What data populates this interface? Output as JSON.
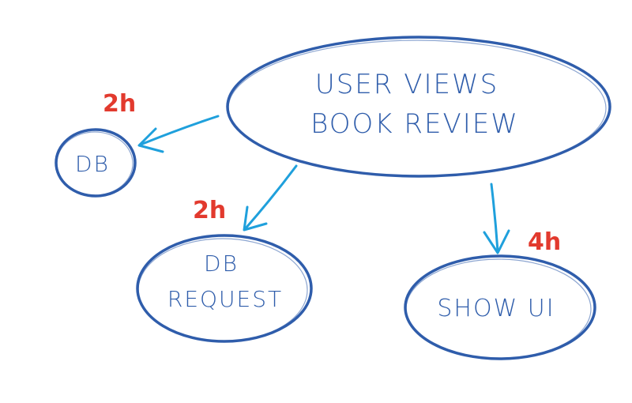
{
  "colors": {
    "node_stroke": "#2f5dab",
    "node_text": "#2f5dab",
    "edge": "#1fa0dc",
    "estimate": "#e23a2e",
    "background": "#ffffff"
  },
  "nodes": {
    "root": {
      "line1": "USER VIEWS",
      "line2": "BOOK REVIEW"
    },
    "db": {
      "label": "DB"
    },
    "db_request": {
      "line1": "DB",
      "line2": "REQUEST"
    },
    "show_ui": {
      "label": "SHOW UI"
    }
  },
  "edges": [
    {
      "from": "USER VIEWS BOOK REVIEW",
      "to": "DB",
      "estimate": "2h"
    },
    {
      "from": "USER VIEWS BOOK REVIEW",
      "to": "DB REQUEST",
      "estimate": "2h"
    },
    {
      "from": "USER VIEWS BOOK REVIEW",
      "to": "SHOW UI",
      "estimate": "4h"
    }
  ]
}
